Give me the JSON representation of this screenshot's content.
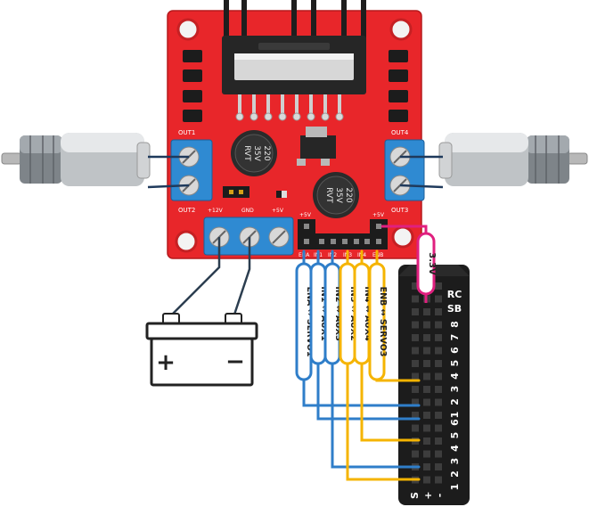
{
  "board": {
    "out1": "OUT1",
    "out2": "OUT2",
    "out3": "OUT3",
    "out4": "OUT4",
    "power_12v": "+12V",
    "power_gnd": "GND",
    "power_5v": "+5V",
    "left_5v": "+5V",
    "right_5v": "+5V",
    "pins": [
      "ENA",
      "IN1",
      "IN2",
      "IN3",
      "IN4",
      "ENB"
    ],
    "cap_left": [
      "220",
      "35V",
      "RVT"
    ],
    "cap_right": [
      "220",
      "35V",
      "RVT"
    ]
  },
  "wires": [
    {
      "label": "ENA ↔ SERVO1",
      "color": "#2f7ec9"
    },
    {
      "label": "IN1 ↔ AUX1",
      "color": "#2f7ec9"
    },
    {
      "label": "IN2 ↔ AUX3",
      "color": "#2f7ec9"
    },
    {
      "label": "IN3 ↔ AUX2",
      "color": "#f5b400"
    },
    {
      "label": "IN4 ↔ AUX4",
      "color": "#f5b400"
    },
    {
      "label": "ENB ↔ SERVO3",
      "color": "#f5b400"
    }
  ],
  "link_3v3": {
    "label": "3.3V",
    "color": "#e0207f"
  },
  "controller": {
    "rc": "RC",
    "sb": "SB",
    "upper_numbers": [
      "8",
      "7",
      "6",
      "5",
      "4",
      "3",
      "2",
      "1"
    ],
    "lower_numbers": [
      "6",
      "5",
      "4",
      "3",
      "2",
      "1"
    ],
    "footer": [
      "S",
      "+",
      "-"
    ]
  },
  "battery": {
    "plus": "+",
    "minus": "−"
  },
  "colors": {
    "board": "#e8262a",
    "terminal": "#2f8ad2",
    "header": "#1c1c1c",
    "blue_wire": "#2f7ec9",
    "yellow_wire": "#f5b400",
    "pink_wire": "#e0207f"
  }
}
